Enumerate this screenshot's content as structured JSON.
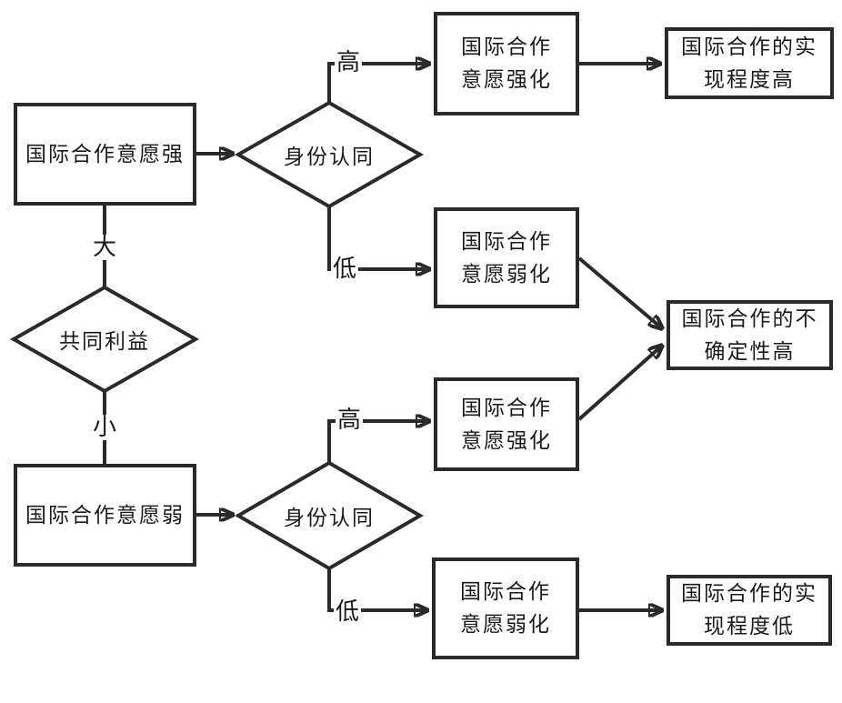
{
  "diagram": {
    "type": "flowchart",
    "colors": {
      "line": "#2a2a2a",
      "text": "#1b1b1b",
      "background": "#ffffff"
    },
    "nodes": {
      "will_strong": {
        "shape": "rect",
        "label": "国际合作意愿强"
      },
      "identity_top": {
        "shape": "diamond",
        "label": "身份认同"
      },
      "strengthen_top": {
        "shape": "rect",
        "label": "国际合作\n意愿强化"
      },
      "realization_high": {
        "shape": "rect",
        "label": "国际合作的实\n现程度高"
      },
      "weaken_mid": {
        "shape": "rect",
        "label": "国际合作\n意愿弱化"
      },
      "uncertainty_high": {
        "shape": "rect",
        "label": "国际合作的不\n确定性高"
      },
      "common_interests": {
        "shape": "diamond",
        "label": "共同利益"
      },
      "strengthen_bottom": {
        "shape": "rect",
        "label": "国际合作\n意愿强化"
      },
      "will_weak": {
        "shape": "rect",
        "label": "国际合作意愿弱"
      },
      "identity_bottom": {
        "shape": "diamond",
        "label": "身份认同"
      },
      "weaken_bottom": {
        "shape": "rect",
        "label": "国际合作\n意愿弱化"
      },
      "realization_low": {
        "shape": "rect",
        "label": "国际合作的实\n现程度低"
      }
    },
    "edge_labels": {
      "interests_large": "大",
      "interests_small": "小",
      "identity_top_high": "高",
      "identity_top_low": "低",
      "identity_bottom_high": "高",
      "identity_bottom_low": "低"
    }
  }
}
